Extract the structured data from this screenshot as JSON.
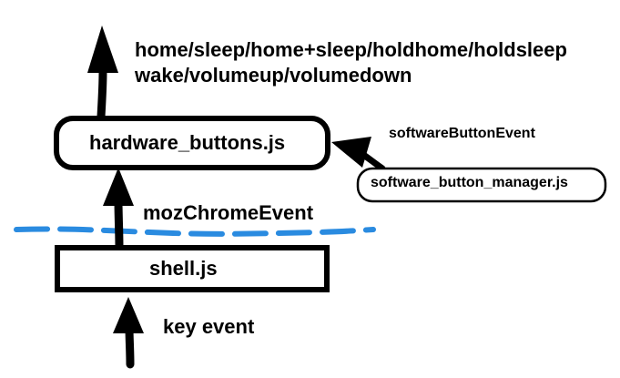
{
  "diagram": {
    "events_line1": "home/sleep/home+sleep/holdhome/holdsleep",
    "events_line2": "wake/volumeup/volumedown",
    "hardware_buttons_node": "hardware_buttons.js",
    "software_button_event": "softwareButtonEvent",
    "software_manager_node": "software_button_manager.js",
    "moz_chrome_event": "mozChromeEvent",
    "shell_node": "shell.js",
    "key_event": "key event"
  },
  "colors": {
    "divider": "#2a8be0",
    "stroke": "#000000",
    "background": "#ffffff"
  },
  "icons": {
    "arrow": "upward-arrow",
    "arrow_left": "leftward-arrow"
  }
}
